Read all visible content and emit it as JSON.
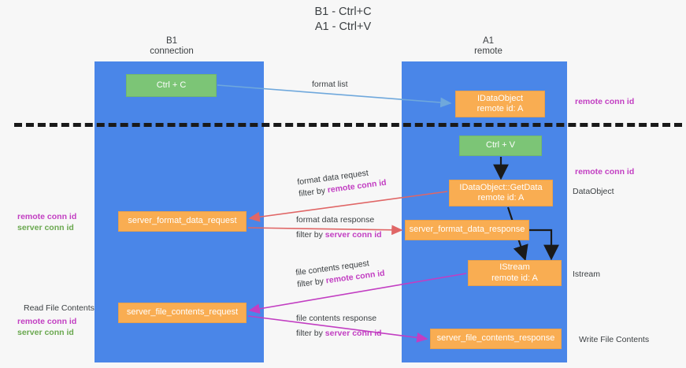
{
  "title": "B1 - Ctrl+C\nA1 - Ctrl+V",
  "lanes": [
    {
      "id": "b1",
      "header": "B1\nconnection",
      "color": "#4a86e8"
    },
    {
      "id": "a1",
      "header": "A1\nremote",
      "color": "#4a86e8"
    }
  ],
  "nodes": {
    "ctrl_c": "Ctrl + C",
    "idataobject": "IDataObject\nremote id: A",
    "ctrl_v": "Ctrl + V",
    "getdata": "IDataObject::GetData\nremote id: A",
    "server_format_data_request": "server_format_data_request",
    "server_format_data_response": "server_format_data_response",
    "istream": "IStream\nremote id: A",
    "server_file_contents_request": "server_file_contents_request",
    "server_file_contents_response": "server_file_contents_response"
  },
  "edge_labels": {
    "format_list": "format list",
    "format_data_request": "format data request",
    "format_data_request_filter_prefix": "filter by ",
    "format_data_request_filter_key": "remote conn id",
    "format_data_response": "format data response",
    "format_data_response_filter_prefix": "filter by ",
    "format_data_response_filter_key": "server conn id",
    "file_contents_request": "file contents request",
    "file_contents_request_filter_prefix": "filter by ",
    "file_contents_request_filter_key": "remote conn id",
    "file_contents_response": "file contents response",
    "file_contents_response_filter_prefix": "filter by ",
    "file_contents_response_filter_key": "server conn id"
  },
  "annotations": {
    "right_remote_conn_id_top": "remote conn id",
    "right_remote_conn_id_mid": "remote conn id",
    "right_dataobject": "DataObject",
    "right_istream": "Istream",
    "right_write_file_contents": "Write File Contents",
    "left_remote_conn_id": "remote conn id",
    "left_server_conn_id": "server conn id",
    "left_read_file_contents": "Read File Contents",
    "left_remote_conn_id_2": "remote conn id",
    "left_server_conn_id_2": "server conn id"
  },
  "colors": {
    "lane": "#4a86e8",
    "green_node": "#7cc576",
    "orange_node": "#f9ad52",
    "remote_conn_id": "#c23ec2",
    "server_conn_id": "#6aa84f",
    "divider": "#1a1a1a",
    "arrow_format_list": "#6fa8dc",
    "arrow_format_data": "#e06666",
    "arrow_file_contents": "#c23ec2",
    "arrow_internal": "#1a1a1a",
    "background": "#f7f7f7"
  }
}
